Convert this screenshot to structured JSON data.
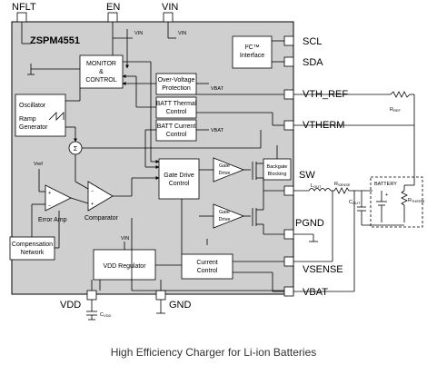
{
  "chip": {
    "name": "ZSPM4551"
  },
  "pins": {
    "nflt": "NFLT",
    "en": "EN",
    "vin": "VIN",
    "scl": "SCL",
    "sda": "SDA",
    "vth_ref": "VTH_REF",
    "vtherm": "VTHERM",
    "sw": "SW",
    "pgnd": "PGND",
    "vsense": "VSENSE",
    "vbat": "VBAT",
    "vdd": "VDD",
    "gnd": "GND"
  },
  "blocks": {
    "monitor": [
      "MONITOR",
      "&",
      "CONTROL"
    ],
    "i2c": [
      "I²C™",
      "Interface"
    ],
    "ovp": [
      "Over-Voltage",
      "Protection"
    ],
    "batt_thermal": [
      "BATT Thermal",
      "Control"
    ],
    "batt_current": [
      "BATT Current",
      "Control"
    ],
    "oscillator": "Oscillator",
    "ramp_gen": [
      "Ramp",
      "Generator"
    ],
    "gate_drive_control": [
      "Gate Drive",
      "Control"
    ],
    "gate_drive_hi": [
      "Gate",
      "Drive"
    ],
    "gate_drive_lo": [
      "Gate",
      "Drive"
    ],
    "backgate": [
      "Backgate",
      "Blocking"
    ],
    "comparator": "Comparator",
    "error_amp": "Error Amp",
    "compensation": [
      "Compensation",
      "Network"
    ],
    "vdd_reg": "VDD Regulator",
    "current_ctrl": [
      "Current",
      "Control"
    ],
    "battery": "BATTERY"
  },
  "labels": {
    "vin_small": "VIN",
    "vbat_small": "VBAT",
    "vref": "Vref",
    "sum": "Σ",
    "rref": "R",
    "rref_sub": "REF",
    "lout": "L",
    "lout_sub": "OUT",
    "rsense": "R",
    "rsense_sub": "SENSE",
    "cout": "C",
    "cout_sub": "OUT",
    "cvdd": "C",
    "cvdd_sub": "VDD",
    "rtherm": "R",
    "rtherm_sub": "THERM",
    "plus": "+",
    "minus": "−"
  },
  "caption": "High Efficiency Charger for Li-ion Batteries"
}
